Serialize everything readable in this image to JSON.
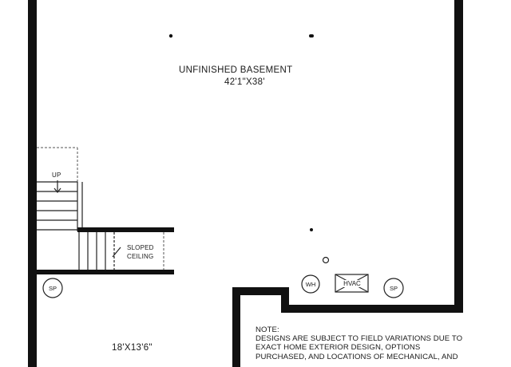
{
  "rooms": {
    "basement_name": "UNFINISHED BASEMENT",
    "basement_dims": "42'1\"X38'",
    "lower_room_dims": "18'X13'6\""
  },
  "stairs": {
    "direction_label": "UP"
  },
  "ceiling": {
    "line1": "SLOPED",
    "line2": "CEILING"
  },
  "fixtures": {
    "sump_pump_left": "SP",
    "water_heater": "WH",
    "hvac": "HVAC",
    "sump_pump_right": "SP"
  },
  "note": {
    "title": "NOTE:",
    "line1": "DESIGNS ARE SUBJECT TO FIELD VARIATIONS DUE TO",
    "line2": "EXACT HOME EXTERIOR DESIGN, OPTIONS",
    "line3": "PURCHASED, AND LOCATIONS OF MECHANICAL, AND"
  }
}
